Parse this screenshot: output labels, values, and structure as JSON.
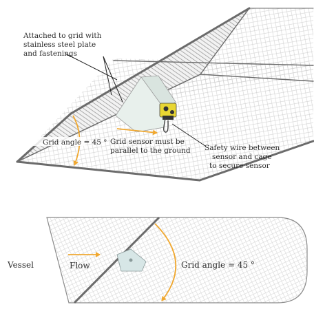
{
  "top_diagram": {
    "attach_label": [
      "Attached to grid with",
      "stainless steel plate",
      "and fastenings"
    ],
    "grid_angle_label": "Grid angle = 45 °",
    "parallel_label": [
      "Grid sensor must be",
      "parallel to the ground"
    ],
    "safety_label": [
      "Safety wire between",
      "sensor and cage",
      "to secure sensor"
    ]
  },
  "bottom_diagram": {
    "vessel_label": "Vessel",
    "flow_label": "Flow",
    "grid_angle_label": "Grid angle = 45 °"
  },
  "colors": {
    "arrow": "#f0a830",
    "frame": "#6b6b6b",
    "mesh": "#c9c9c9",
    "sensor": "#e8f0ec",
    "sensor_face": "#e8d632"
  }
}
